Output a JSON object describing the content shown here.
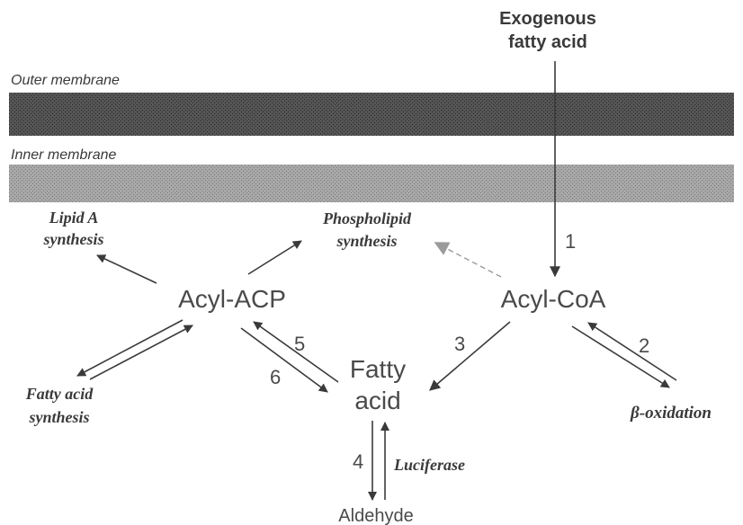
{
  "colors": {
    "outer_membrane": "#3f3f3f",
    "inner_membrane": "#9c9c9c",
    "arrow": "#3a3a3a",
    "node_text": "#4a4a4a",
    "label_text": "#3a3a3a"
  },
  "membranes": {
    "outer": "Outer membrane",
    "inner": "Inner membrane"
  },
  "nodes": {
    "exogenous_line1": "Exogenous",
    "exogenous_line2": "fatty acid",
    "acyl_acp": "Acyl-ACP",
    "acyl_coa": "Acyl-CoA",
    "fatty_acid_line1": "Fatty",
    "fatty_acid_line2": "acid",
    "aldehyde": "Aldehyde"
  },
  "pathways": {
    "lipid_a_line1": "Lipid A",
    "lipid_a_line2": "synthesis",
    "phospholipid_line1": "Phospholipid",
    "phospholipid_line2": "synthesis",
    "fatty_acid_synth_line1": "Fatty acid",
    "fatty_acid_synth_line2": "synthesis",
    "beta_oxidation": "β-oxidation",
    "luciferase": "Luciferase"
  },
  "step_numbers": {
    "s1": "1",
    "s2": "2",
    "s3": "3",
    "s4": "4",
    "s5": "5",
    "s6": "6"
  }
}
